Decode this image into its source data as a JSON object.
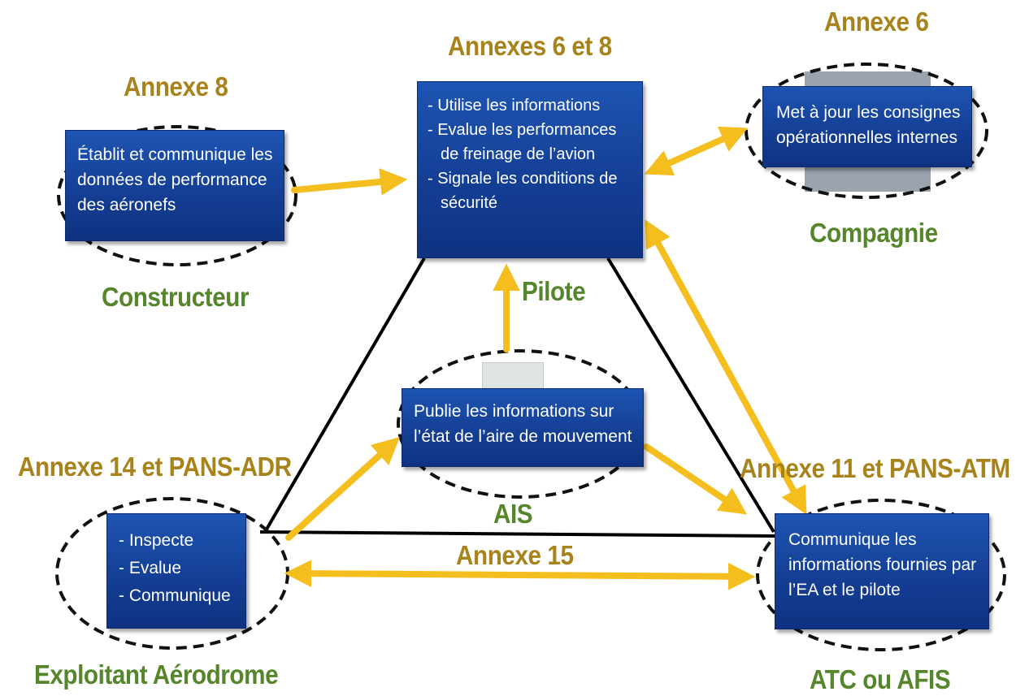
{
  "nodes": {
    "pilote": {
      "annex": "Annexes 6 et 8",
      "actor": "Pilote",
      "items": [
        "Utilise les informations",
        "Evalue les performances de freinage de l’avion",
        "Signale les conditions de sécurité"
      ]
    },
    "constructeur": {
      "annex": "Annexe 8",
      "actor": "Constructeur",
      "text": "Établit et communique les données de performance des aéronefs"
    },
    "compagnie": {
      "annex": "Annexe 6",
      "actor": "Compagnie",
      "text": "Met à jour les consignes opérationnelles internes"
    },
    "ais": {
      "actor": "AIS",
      "text": "Publie les informations sur l’état de l’aire de mouvement"
    },
    "exploitant": {
      "annex": "Annexe 14 et PANS-ADR",
      "actor": "Exploitant Aérodrome",
      "items": [
        "Inspecte",
        "Evalue",
        "Communique"
      ]
    },
    "atc": {
      "annex": "Annexe 11 et PANS-ATM",
      "actor": "ATC ou AFIS",
      "text": "Communique les informations fournies par l’EA et le pilote"
    }
  },
  "edge_label": "Annexe 15",
  "colors": {
    "box": "#143f95",
    "annex_text": "#a8821a",
    "actor_text": "#56862c",
    "arrow": "#f4be1e",
    "triangle": "#000000"
  }
}
